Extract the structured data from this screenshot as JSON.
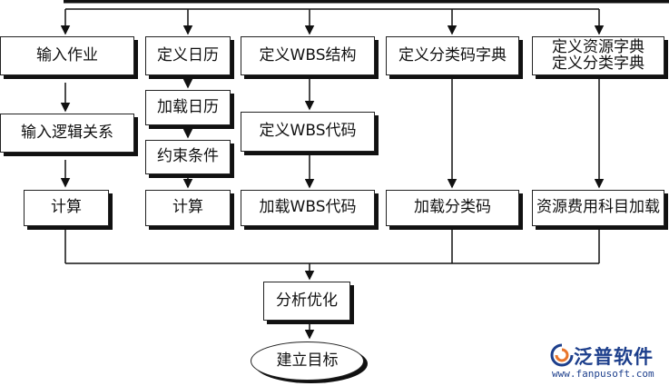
{
  "nodes": {
    "input_activity": "输入作业",
    "define_calendar": "定义日历",
    "define_wbs": "定义WBS结构",
    "define_category_dict": "定义分类码字典",
    "define_resource_dict": "定义资源字典",
    "define_category_dict_2": "定义分类字典",
    "load_calendar": "加载日历",
    "constraints": "约束条件",
    "input_logic": "输入逻辑关系",
    "define_wbs_code": "定义WBS代码",
    "calculate_1": "计算",
    "calculate_2": "计算",
    "load_wbs_code": "加载WBS代码",
    "load_category_code": "加载分类码",
    "load_resource_cost": "资源费用科目加载",
    "analyze_optimize": "分析优化",
    "set_target": "建立目标"
  },
  "logo": {
    "name": "泛普软件",
    "url": "www.fanpusoft.com"
  },
  "colors": {
    "line": "#111111",
    "box_border": "#222222",
    "shadow": "#111111",
    "logo": "#1d3f8c",
    "logo_accent": "#e8742a"
  }
}
